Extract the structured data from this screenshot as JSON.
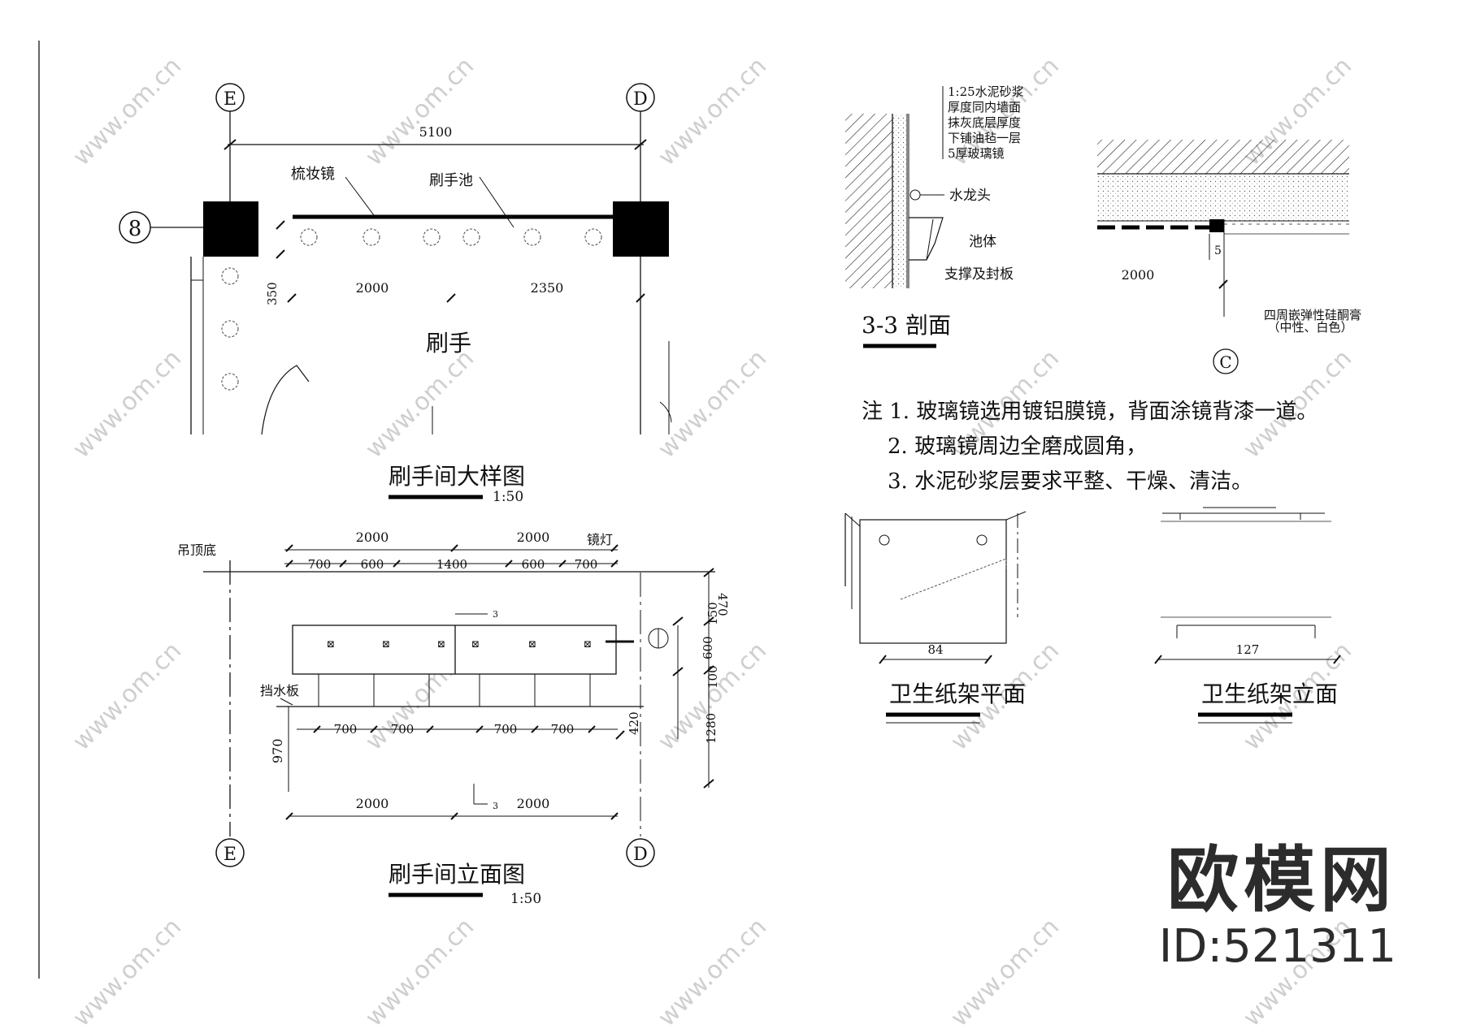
{
  "watermark": {
    "site": "www.om.cn",
    "brand": "欧模网",
    "id_text": "ID:521311"
  },
  "plan": {
    "title": "刷手间大样图",
    "scale": "1:50",
    "axis_left": "E",
    "axis_right": "D",
    "axis_row": "8",
    "overall_dim": "5100",
    "label_mirror": "梳妆镜",
    "label_sink": "刷手池",
    "room_name": "刷手",
    "dim_left": "2000",
    "dim_right": "2350",
    "dim_offset": "350"
  },
  "elevation": {
    "title": "刷手间立面图",
    "scale": "1:50",
    "axis_left": "E",
    "axis_right": "D",
    "label_ceiling": "吊顶底",
    "label_lamp": "镜灯",
    "label_splash": "挡水板",
    "top_dims": [
      "2000",
      "2000"
    ],
    "sub_dims": [
      "700",
      "600",
      "1400",
      "600",
      "700"
    ],
    "lower_dims": [
      "700",
      "700",
      "700",
      "700"
    ],
    "bottom_dims": [
      "2000",
      "2000"
    ],
    "right_dims": [
      "470",
      "150",
      "600",
      "100",
      "420",
      "1280"
    ],
    "left_dim": "970",
    "section_mark": "3"
  },
  "section": {
    "title": "3-3 剖面",
    "note_lines": [
      "1:25水泥砂浆",
      "厚度同内墙面",
      "抹灰底层厚度",
      "下铺油毡一层",
      "5厚玻璃镜"
    ],
    "label_faucet": "水龙头",
    "label_basin": "池体",
    "label_support": "支撑及封板",
    "detail_dim": "2000",
    "detail_small": "5",
    "detail_note": [
      "四周嵌弹性硅酮膏",
      "（中性、白色）"
    ],
    "detail_mark": "C"
  },
  "notes": {
    "lines": [
      "注 1. 玻璃镜选用镀铝膜镜，背面涂镜背漆一道。",
      "2. 玻璃镜周边全磨成圆角，",
      "3. 水泥砂浆层要求平整、干燥、清洁。"
    ]
  },
  "paper_holder": {
    "plan_title": "卫生纸架平面",
    "plan_dim": "84",
    "elev_title": "卫生纸架立面",
    "elev_dim": "127"
  }
}
